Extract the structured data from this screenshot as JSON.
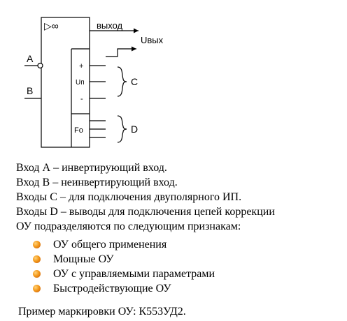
{
  "diagram": {
    "label_a": "A",
    "label_b": "B",
    "amp_symbol": "▷∞",
    "output_label": "выход",
    "uout_label": "Uвых",
    "plus_label": "+",
    "un_label": "Uп",
    "minus_label": "-",
    "fo_label": "Fo",
    "group_c_label": "C",
    "group_d_label": "D"
  },
  "description": {
    "lines": [
      "Вход А – инвертирующий вход.",
      "Вход В – неинвертирующий вход.",
      "Входы С – для подключения двуполярного ИП.",
      "Входы D – выводы для подключения цепей коррекции",
      "ОУ подразделяются по следующим признакам:"
    ]
  },
  "bullets": [
    "ОУ общего применения",
    "Мощные ОУ",
    "ОУ с управляемыми параметрами",
    "Быстродействующие ОУ"
  ],
  "bullet_color": "#f08c1a",
  "example": "Пример маркировки ОУ: К553УД2."
}
